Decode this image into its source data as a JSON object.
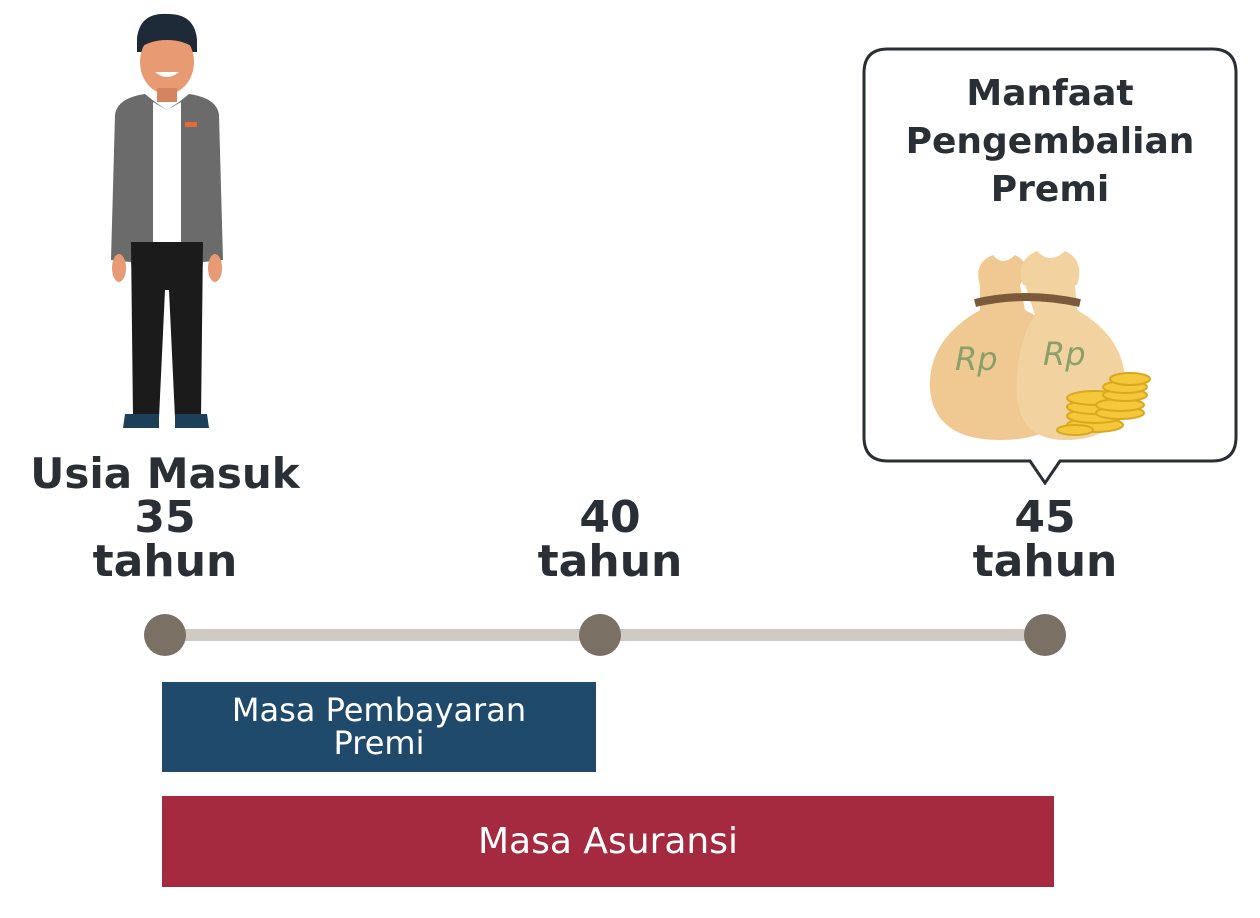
{
  "ages": [
    {
      "prefix": "Usia Masuk",
      "value": "35",
      "unit": "tahun"
    },
    {
      "value": "40",
      "unit": "tahun"
    },
    {
      "value": "45",
      "unit": "tahun"
    }
  ],
  "callout": {
    "line1": "Manfaat",
    "line2": "Pengembalian",
    "line3": "Premi",
    "currency_label": "Rp"
  },
  "bars": {
    "payment_line1": "Masa Pembayaran",
    "payment_line2": "Premi",
    "insurance": "Masa Asuransi"
  },
  "colors": {
    "payment_bar": "#1f4a6c",
    "insurance_bar": "#a62a3f",
    "timeline_line": "#cfcac4",
    "timeline_dot": "#7a7064",
    "text": "#2a2f36"
  },
  "icons": {
    "person": "person-icon",
    "money_bags": "money-bag-icon"
  }
}
